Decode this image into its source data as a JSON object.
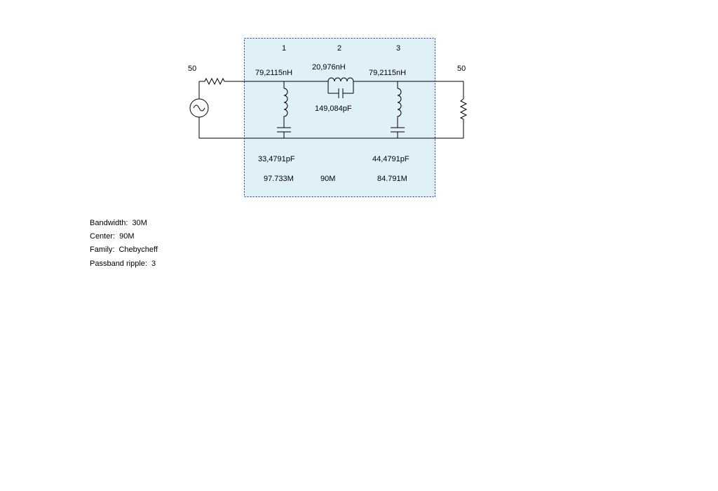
{
  "diagram": {
    "box_fill": "#dff0f8",
    "box_border": "#1a2e8a",
    "wire_color": "#000000",
    "source_resistance": "50",
    "load_resistance": "50",
    "resonator_numbers": [
      "1",
      "2",
      "3"
    ],
    "inductors": {
      "res1": "79,2115nH",
      "series": "20,976nH",
      "res3": "79,2115nH"
    },
    "series_capacitor": "149,084pF",
    "shunt_capacitors": {
      "res1": "33,4791pF",
      "res3": "44,4791pF"
    },
    "frequencies": {
      "res1": "97.733M",
      "res2": "90M",
      "res3": "84.791M"
    }
  },
  "specs": {
    "bandwidth_label": "Bandwidth:",
    "bandwidth_value": "30M",
    "center_label": "Center:",
    "center_value": "90M",
    "family_label": "Family:",
    "family_value": "Chebycheff",
    "ripple_label": "Passband ripple:",
    "ripple_value": "3"
  }
}
